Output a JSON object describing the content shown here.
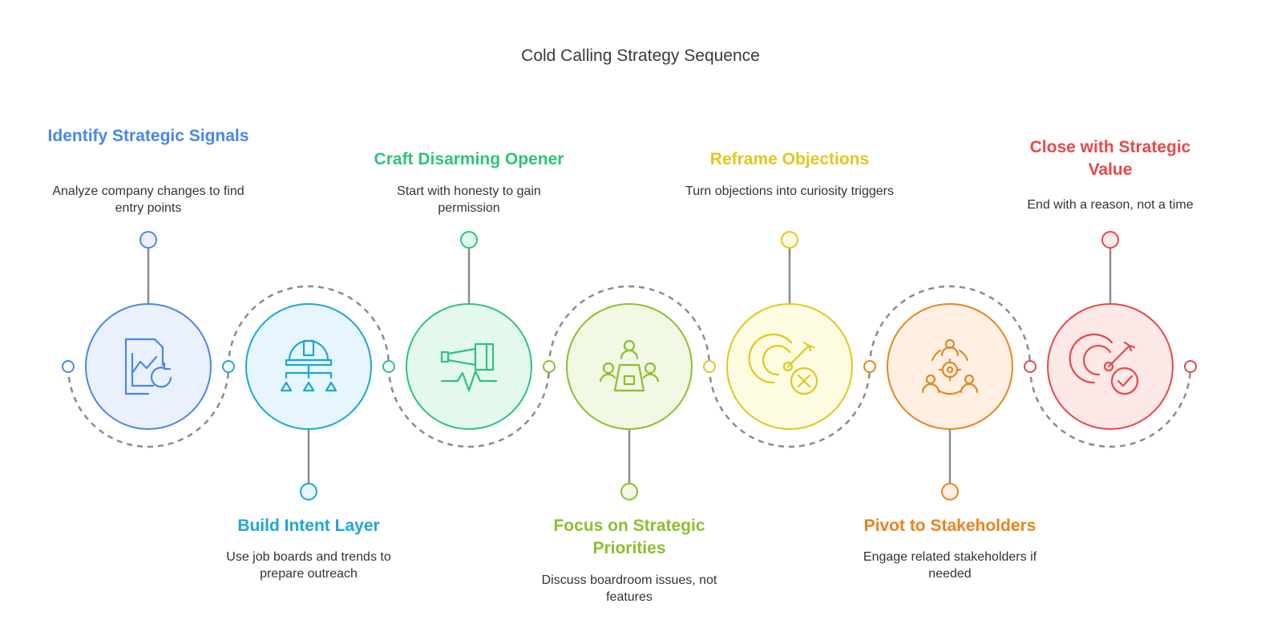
{
  "title": "Cold Calling Strategy Sequence",
  "steps": [
    {
      "title": "Identify Strategic Signals",
      "description": "Analyze company changes to find entry points",
      "color": "#4a86e8",
      "fill": "#eaf1fd",
      "icon": "document-chart-refresh-icon",
      "label_side": "top"
    },
    {
      "title": "Build Intent Layer",
      "description": "Use job boards and trends to prepare outreach",
      "color": "#1ea6d8",
      "fill": "#e6f6fc",
      "icon": "hardhat-hierarchy-icon",
      "label_side": "bottom"
    },
    {
      "title": "Craft Disarming Opener",
      "description": "Start with honesty to gain permission",
      "color": "#2ec27e",
      "fill": "#e4f9ee",
      "icon": "telescope-heartbeat-icon",
      "label_side": "top"
    },
    {
      "title": "Focus on Strategic Priorities",
      "description": "Discuss boardroom issues, not features",
      "color": "#8cbf2e",
      "fill": "#f1f8e3",
      "icon": "boardroom-meeting-icon",
      "label_side": "bottom"
    },
    {
      "title": "Reframe Objections",
      "description": "Turn objections into curiosity triggers",
      "color": "#e0c81e",
      "fill": "#fdfbe0",
      "icon": "target-cancel-icon",
      "label_side": "top"
    },
    {
      "title": "Pivot to Stakeholders",
      "description": "Engage related stakeholders if needed",
      "color": "#e8841e",
      "fill": "#fff0e3",
      "icon": "stakeholders-gear-icon",
      "label_side": "bottom"
    },
    {
      "title": "Close with Strategic Value",
      "description": "End with a reason, not a time",
      "color": "#e84848",
      "fill": "#fde8e8",
      "icon": "target-check-icon",
      "label_side": "top"
    }
  ]
}
